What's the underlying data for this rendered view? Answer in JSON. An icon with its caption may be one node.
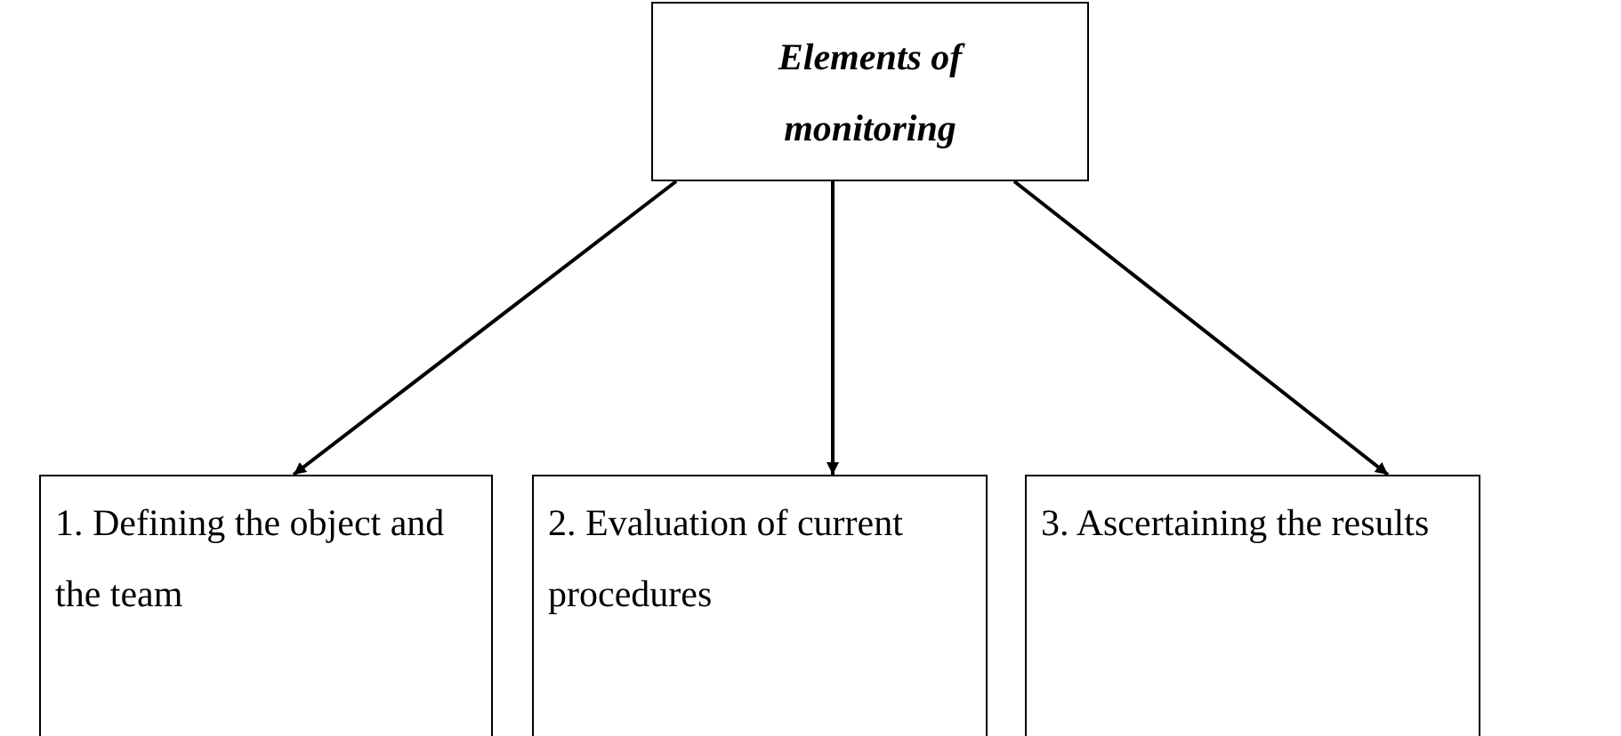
{
  "diagram": {
    "nodes": [
      {
        "text": [
          "Elements of monitoring"
        ]
      },
      {
        "text": [
          "1. Defining the object and the team"
        ]
      },
      {
        "text": [
          "2. Evaluation of current procedures"
        ]
      },
      {
        "text": [
          "3. Ascertaining the results"
        ]
      }
    ],
    "edges": [
      {
        "from": 0,
        "to": 1,
        "arrow": "to"
      },
      {
        "from": 0,
        "to": 2,
        "arrow": "to"
      },
      {
        "from": 0,
        "to": 3,
        "arrow": "to"
      }
    ]
  }
}
